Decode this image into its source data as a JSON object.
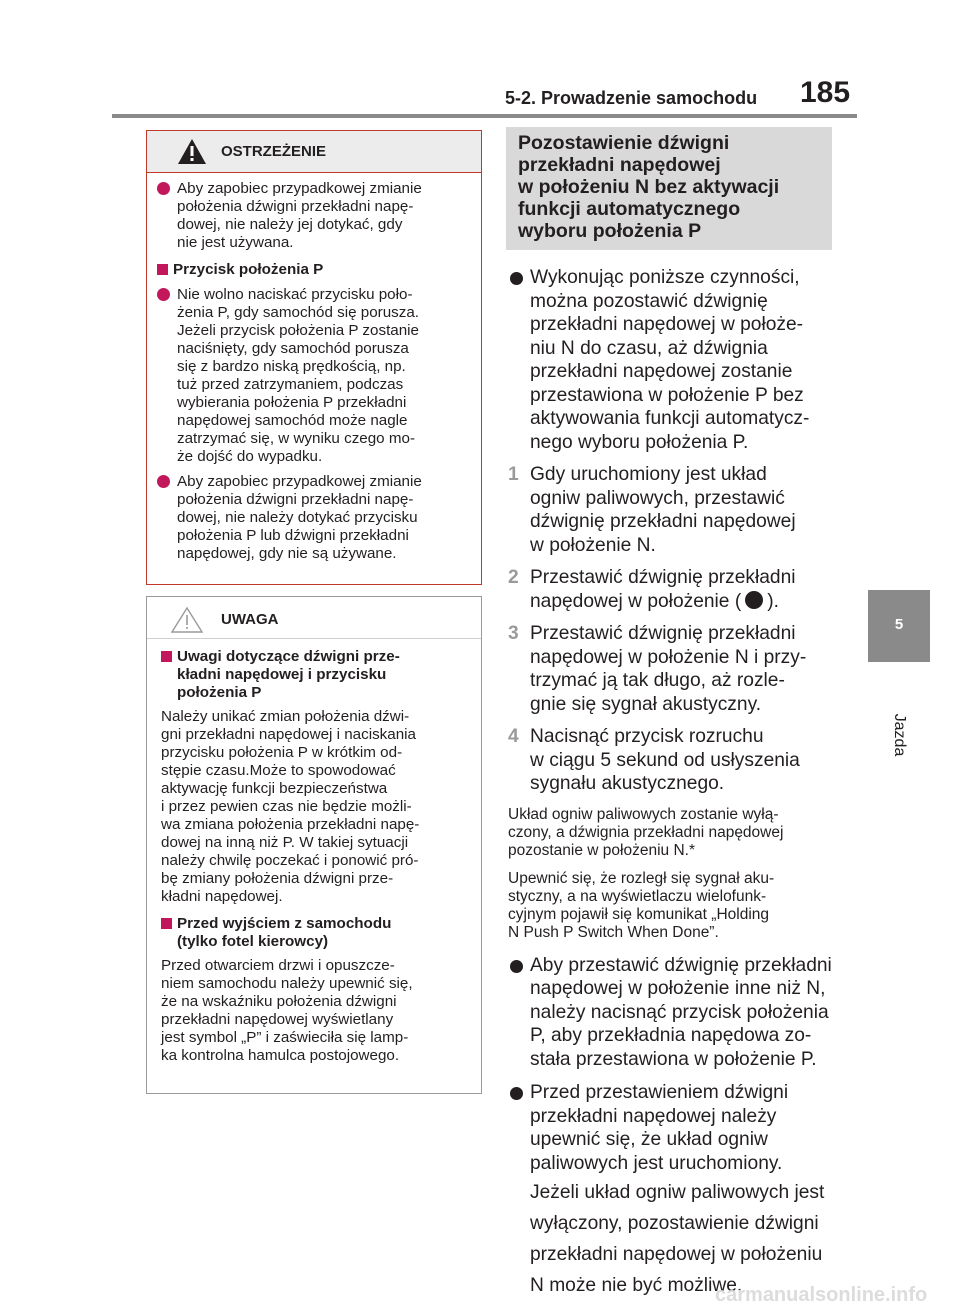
{
  "header": {
    "title": "5-2. Prowadzenie samochodu",
    "page_number": "185"
  },
  "side_tab": {
    "number": "5",
    "label": "Jazda"
  },
  "warning": {
    "title": "OSTRZEŻENIE",
    "b1": [
      "Aby zapobiec przypadkowej zmianie",
      "położenia dźwigni przekładni napę-",
      "dowej, nie należy jej dotykać, gdy",
      "nie jest używana."
    ],
    "h1": "Przycisk położenia P",
    "b2": [
      "Nie wolno naciskać przycisku poło-",
      "żenia P, gdy samochód się porusza.",
      "Jeżeli przycisk położenia P zostanie",
      "naciśnięty, gdy samochód porusza",
      "się z bardzo niską prędkością, np.",
      "tuż przed zatrzymaniem, podczas",
      "wybierania położenia P przekładni",
      "napędowej samochód może nagle",
      "zatrzymać się, w wyniku czego mo-",
      "że dojść do wypadku."
    ],
    "b3": [
      "Aby zapobiec przypadkowej zmianie",
      "położenia dźwigni przekładni napę-",
      "dowej, nie należy dotykać przycisku",
      "położenia P lub dźwigni przekładni",
      "napędowej, gdy nie są używane."
    ]
  },
  "notice": {
    "title": "UWAGA",
    "h1": [
      "Uwagi dotyczące dźwigni prze-",
      "kładni napędowej i przycisku",
      "położenia P"
    ],
    "p1": [
      "Należy unikać zmian położenia dźwi-",
      "gni przekładni napędowej i naciskania",
      "przycisku położenia P w krótkim od-",
      "stępie czasu.Może to spowodować",
      "aktywację funkcji bezpieczeństwa",
      "i przez pewien czas nie będzie możli-",
      "wa zmiana położenia przekładni napę-",
      "dowej na inną niż P. W takiej sytuacji",
      "należy chwilę poczekać i ponowić pró-",
      "bę zmiany położenia dźwigni prze-",
      "kładni napędowej."
    ],
    "h2": [
      "Przed wyjściem z samochodu",
      "(tylko fotel kierowcy)"
    ],
    "p2": [
      "Przed otwarciem drzwi i opuszcze-",
      "niem samochodu należy upewnić się,",
      "że na wskaźniku położenia dźwigni",
      "przekładni napędowej wyświetlany",
      "jest symbol „P” i zaświeciła się lamp-",
      "ka kontrolna hamulca postojowego."
    ]
  },
  "section": {
    "heading": [
      "Pozostawienie dźwigni",
      "przekładni napędowej",
      "w położeniu N bez aktywacji",
      "funkcji automatycznego",
      "wyboru położenia P"
    ],
    "intro": [
      "Wykonując poniższe czynności,",
      "można pozostawić dźwignię",
      "przekładni napędowej w położe-",
      "niu N do czasu, aż dźwignia",
      "przekładni napędowej zostanie",
      "przestawiona w położenie P bez",
      "aktywowania funkcji automatycz-",
      "nego wyboru położenia P."
    ],
    "step1": {
      "n": "1",
      "lines": [
        "Gdy uruchomiony jest układ",
        "ogniw paliwowych, przestawić",
        "dźwignię przekładni napędowej",
        "w położenie N."
      ]
    },
    "step2": {
      "n": "2",
      "l1": "Przestawić dźwignię przekładni",
      "l2a": "napędowej w położenie (",
      "l2b": ")."
    },
    "step3": {
      "n": "3",
      "lines": [
        "Przestawić dźwignię przekładni",
        "napędowej w położenie N i przy-",
        "trzymać ją tak długo, aż rozle-",
        "gnie się sygnał akustyczny."
      ]
    },
    "step4": {
      "n": "4",
      "lines": [
        "Nacisnąć przycisk rozruchu",
        "w ciągu 5 sekund od usłyszenia",
        "sygnału akustycznego."
      ]
    },
    "note1": [
      "Układ ogniw paliwowych zostanie wyłą-",
      "czony, a dźwignia przekładni napędowej",
      "pozostanie w położeniu N.*"
    ],
    "note2": [
      "Upewnić się, że rozległ się sygnał aku-",
      "styczny, a na wyświetlaczu wielofunk-",
      "cyjnym pojawił się komunikat „Holding",
      "N Push P Switch When Done”."
    ],
    "bullet2": [
      "Aby przestawić dźwignię przekładni",
      "napędowej w położenie inne niż N,",
      "należy nacisnąć przycisk położenia",
      "P, aby przekładnia napędowa zo-",
      "stała przestawiona w położenie P."
    ],
    "bullet3": [
      "Przed przestawieniem dźwigni",
      "przekładni napędowej należy",
      "upewnić się, że układ ogniw",
      "paliwowych jest uruchomiony."
    ],
    "bullet3_extra": [
      "Jeżeli układ ogniw paliwowych jest",
      "wyłączony, pozostawienie dźwigni",
      "przekładni napędowej w położeniu",
      "N może nie być możliwe."
    ]
  },
  "watermark": "carmanualsonline.info"
}
